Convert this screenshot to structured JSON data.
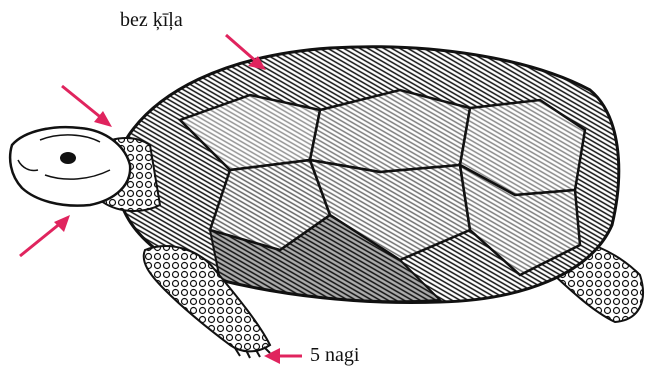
{
  "annotations": {
    "keel_label": "bez ķīļa",
    "claws_label": "5 nagi"
  },
  "colors": {
    "arrow": "#e0245e",
    "ink": "#111111",
    "paper": "#ffffff"
  },
  "subject": "tortoise-illustration"
}
